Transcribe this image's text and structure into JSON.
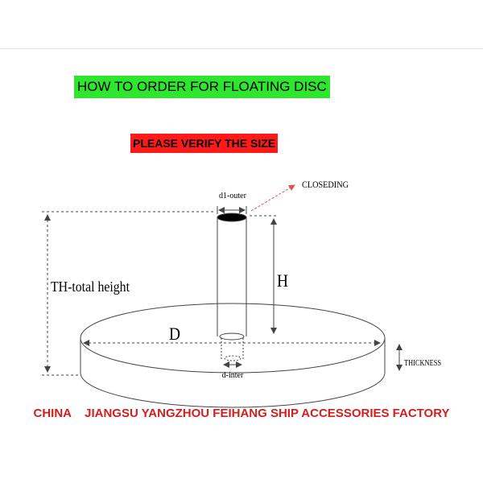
{
  "title": {
    "text": "HOW TO ORDER FOR FLOATING DISC",
    "bg": "#2ee62e"
  },
  "verify": {
    "text": "PLEASE VERIFY THE SIZE",
    "bg": "#ff1a1a"
  },
  "labels": {
    "closeding": "CLOSEDING",
    "d1_outer": "d1-outer",
    "h": "H",
    "th_total_height": "TH-total height",
    "d": "D",
    "thickness": "THICKNESS",
    "d_inter": "d-inter"
  },
  "footer": {
    "text": "CHINA    JIANGSU YANGZHOU FEIHANG SHIP ACCESSORIES FACTORY",
    "color": "#d01f1f"
  },
  "colors": {
    "arrow_red": "#e05050",
    "line": "#555555"
  }
}
